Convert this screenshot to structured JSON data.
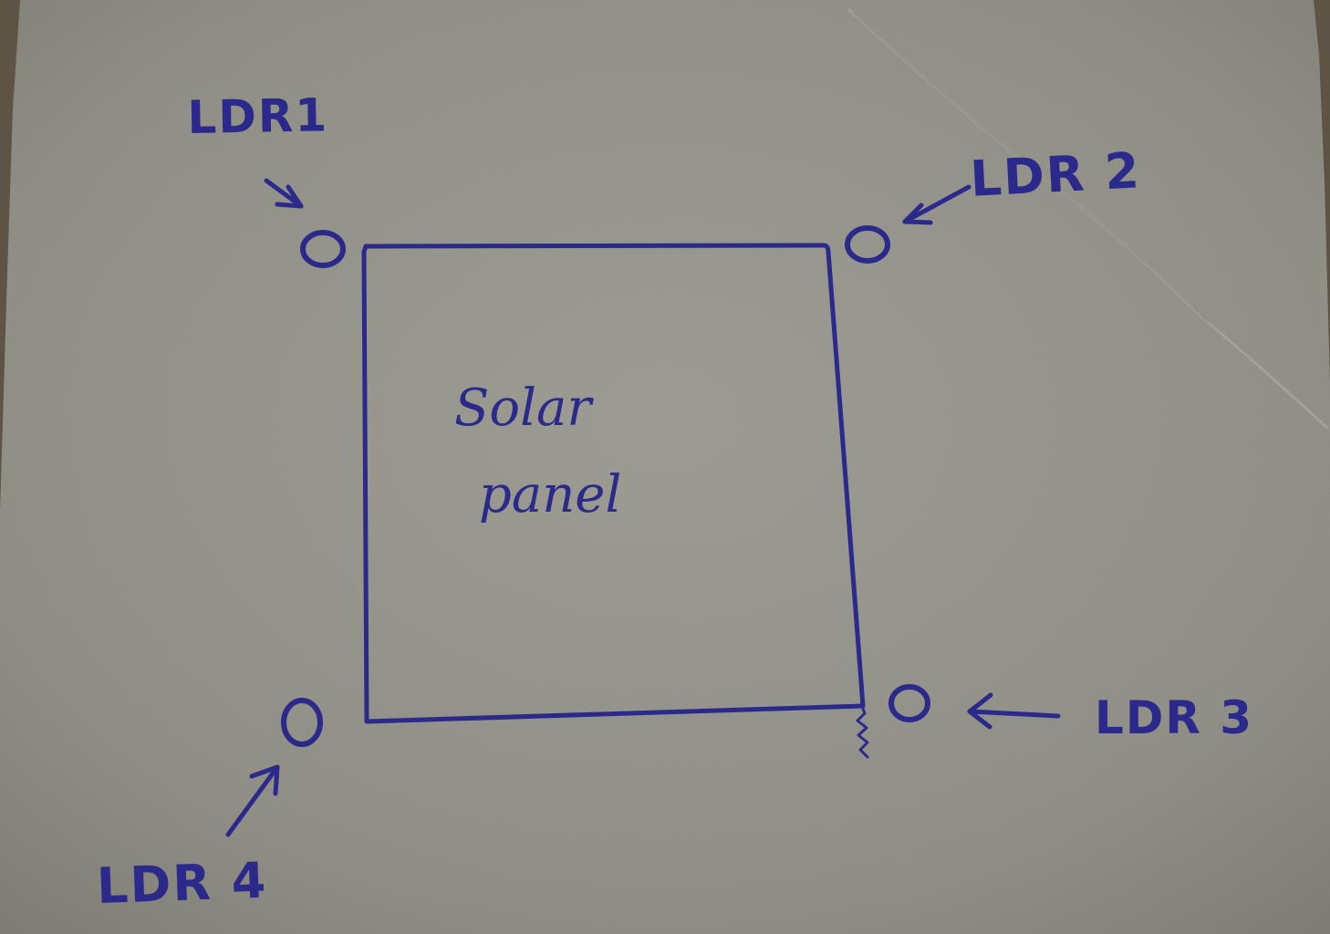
{
  "diagram": {
    "panel": {
      "line1": "Solar",
      "line2": "panel"
    },
    "sensors": [
      {
        "label": "LDR1"
      },
      {
        "label": "LDR 2"
      },
      {
        "label": "LDR 3"
      },
      {
        "label": "LDR 4"
      }
    ]
  },
  "colors": {
    "ink": "#2b2a8c",
    "paper": "#8f8f85"
  }
}
